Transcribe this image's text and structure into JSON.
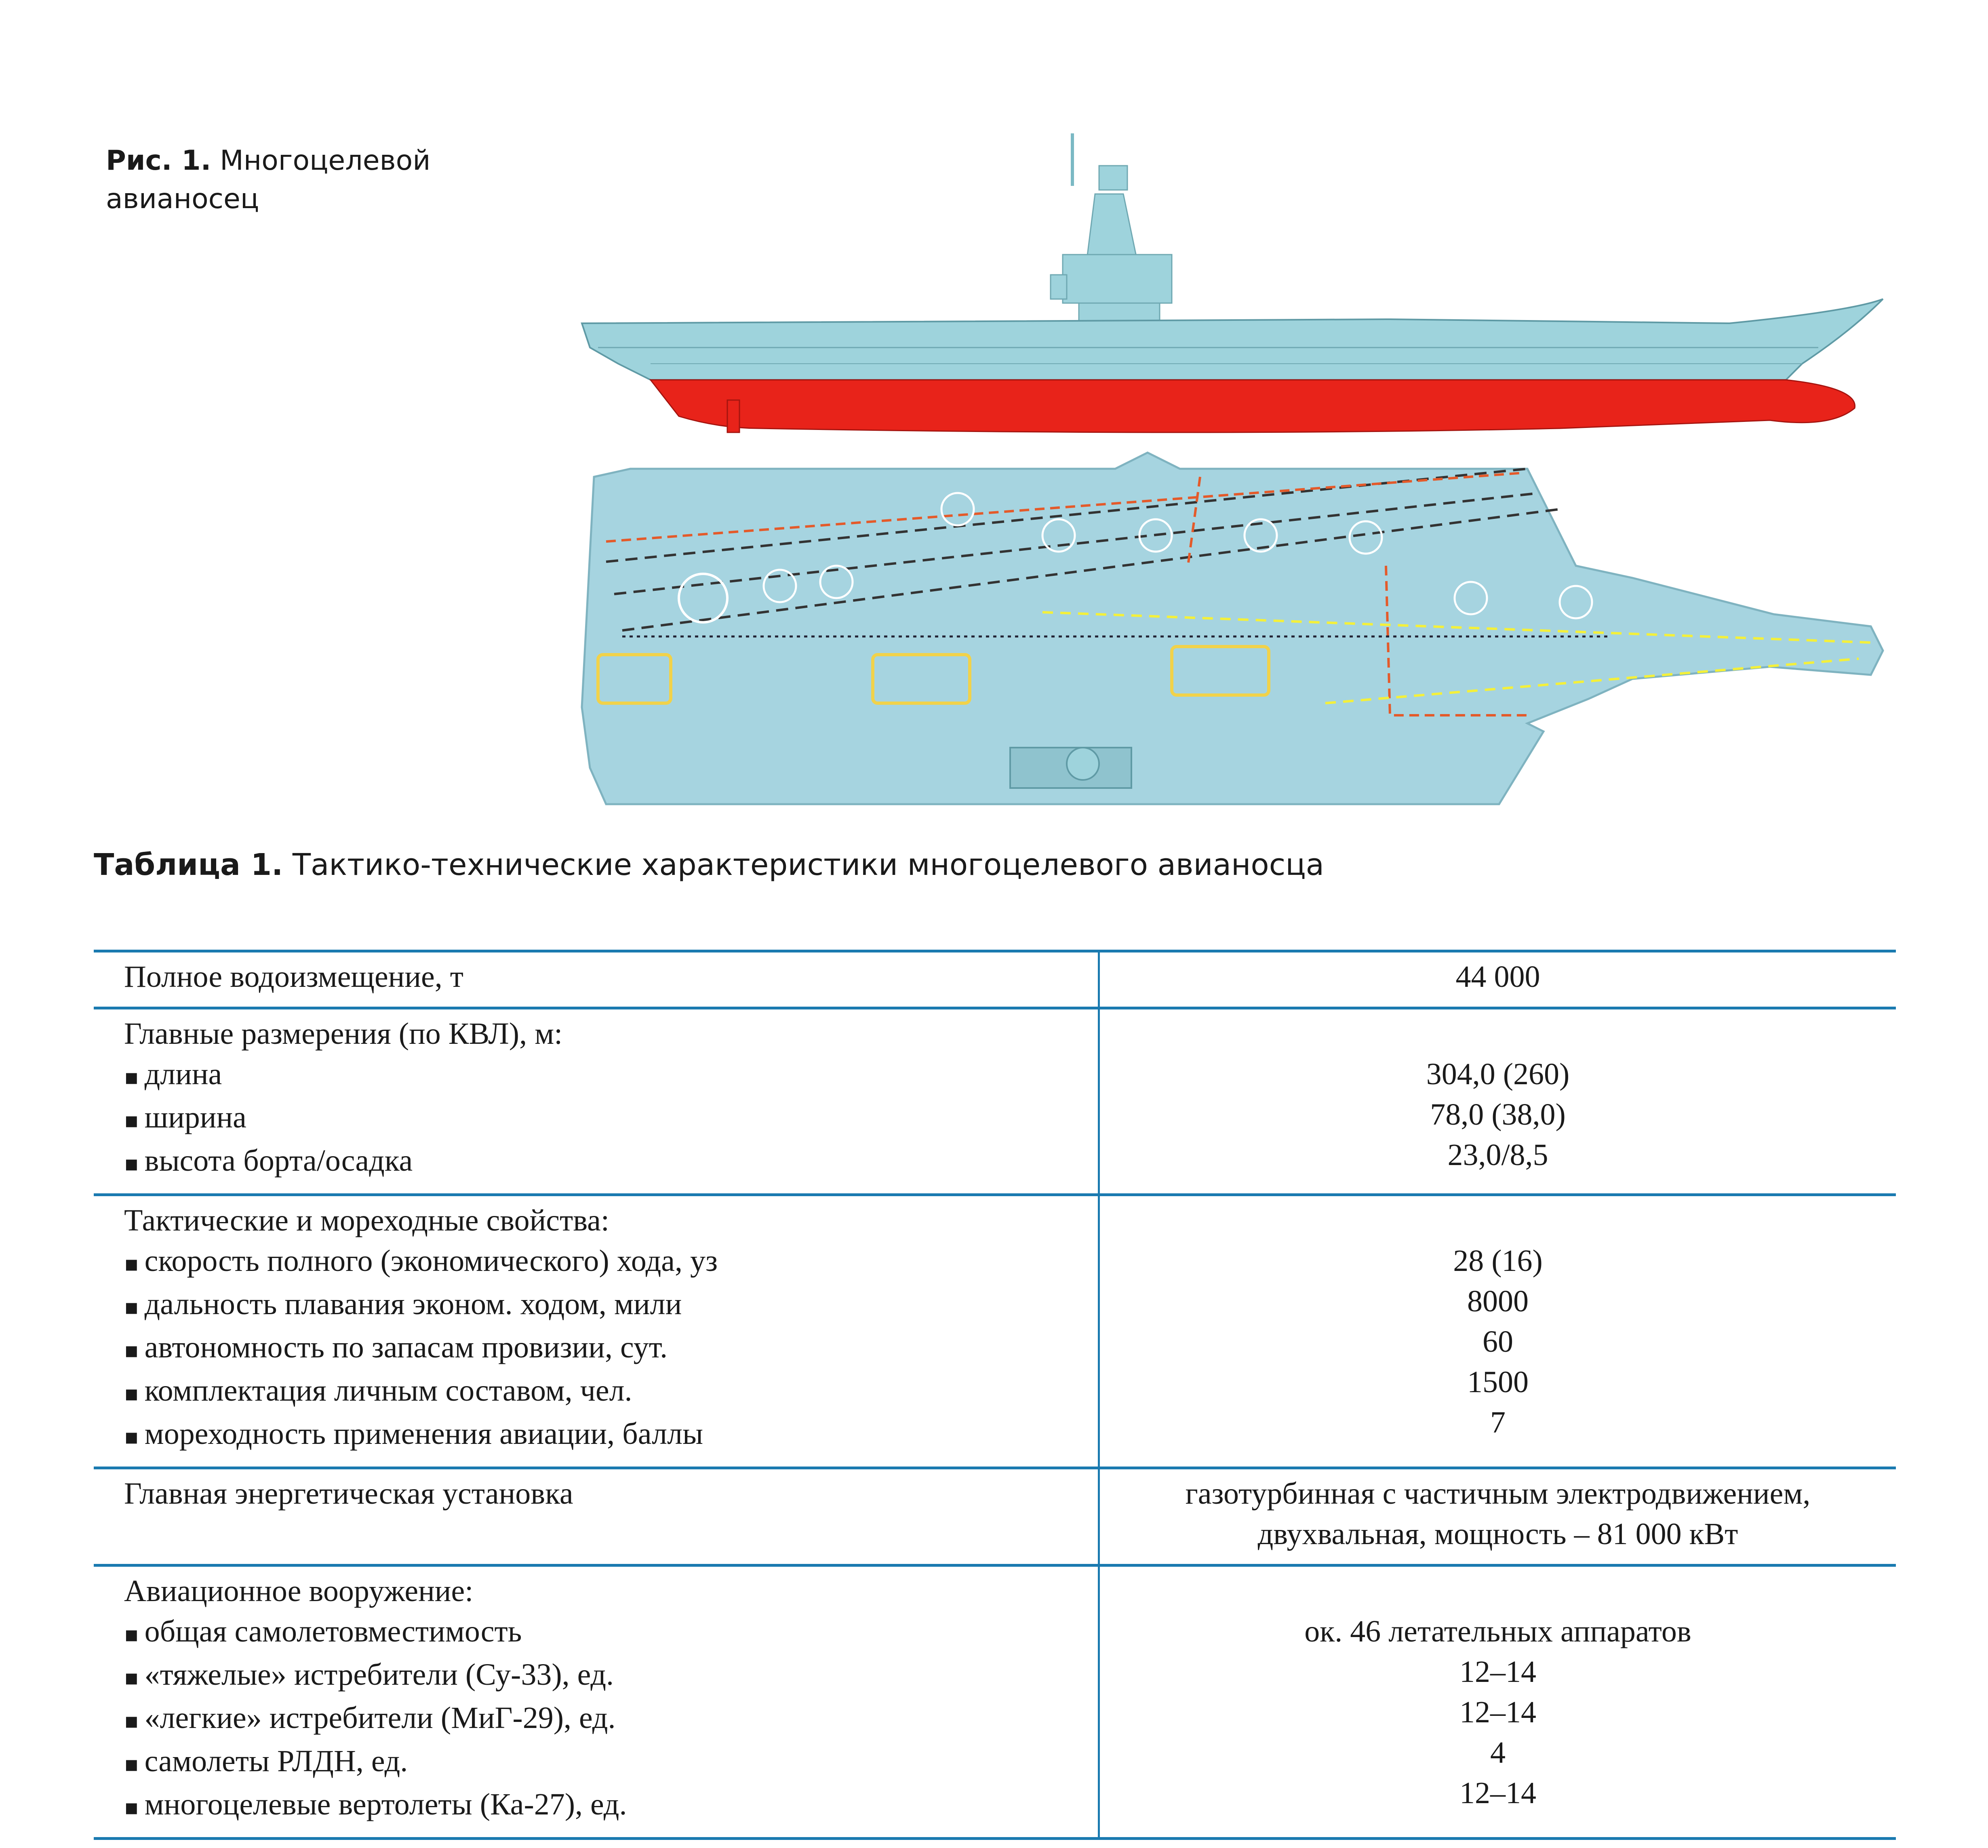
{
  "figure": {
    "number": "Рис. 1.",
    "caption_lines": [
      "Многоцелевой",
      "авианосец"
    ]
  },
  "colors": {
    "hull_top": "#9ed3dc",
    "hull_bottom": "#e8231a",
    "deck": "#a6d4e0",
    "deck_marking_orange": "#e45a2a",
    "deck_marking_yellow": "#f4f03a",
    "table_rule": "#1a7ab0"
  },
  "table": {
    "number": "Таблица 1.",
    "title": "Тактико-технические характеристики многоцелевого авианосца",
    "bullet": "▪",
    "rows": [
      {
        "header": "Полное водоизмещение, т",
        "header_value": "44 000",
        "items": []
      },
      {
        "header": "Главные размерения (по КВЛ), м:",
        "header_value": "",
        "items": [
          {
            "label": "длина",
            "value": "304,0 (260)"
          },
          {
            "label": "ширина",
            "value": "78,0 (38,0)"
          },
          {
            "label": "высота борта/осадка",
            "value": "23,0/8,5"
          }
        ]
      },
      {
        "header": "Тактические и мореходные свойства:",
        "header_value": "",
        "items": [
          {
            "label": "скорость полного (экономического) хода, уз",
            "value": "28 (16)"
          },
          {
            "label": "дальность плавания эконом. ходом, мили",
            "value": "8000"
          },
          {
            "label": "автономность по запасам провизии, сут.",
            "value": "60"
          },
          {
            "label": "комплектация личным составом, чел.",
            "value": "1500"
          },
          {
            "label": "мореходность применения авиации, баллы",
            "value": "7"
          }
        ]
      },
      {
        "header": "Главная энергетическая установка",
        "header_value": "газотурбинная с частичным электродвижением,",
        "extra_value": "двухвальная, мощность – 81 000 кВт",
        "items": []
      },
      {
        "header": "Авиационное вооружение:",
        "header_value": "",
        "items": [
          {
            "label": "общая самолетовместимость",
            "value": "ок. 46 летательных аппаратов"
          },
          {
            "label": "«тяжелые» истребители (Су-33), ед.",
            "value": "12–14"
          },
          {
            "label": "«легкие» истребители (МиГ-29), ед.",
            "value": "12–14"
          },
          {
            "label": "самолеты РЛДН, ед.",
            "value": "4"
          },
          {
            "label": "многоцелевые вертолеты (Ка-27), ед.",
            "value": "12–14"
          }
        ]
      }
    ]
  }
}
